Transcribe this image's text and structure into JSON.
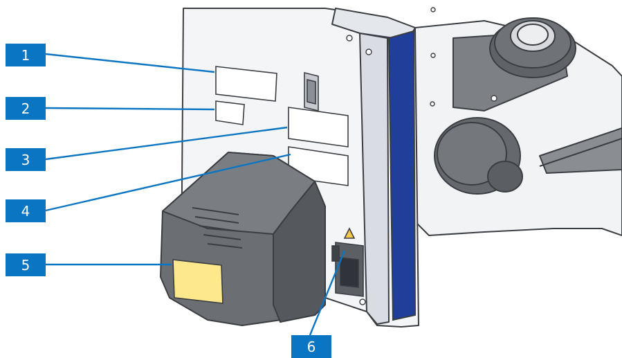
{
  "callouts": [
    {
      "id": "1"
    },
    {
      "id": "2"
    },
    {
      "id": "3"
    },
    {
      "id": "4"
    },
    {
      "id": "5"
    },
    {
      "id": "6"
    }
  ],
  "colors": {
    "callout": "#0a75c2",
    "stand_body": "#f4f5f7",
    "stand_shade": "#d9dde3",
    "outline": "#3a3d42",
    "blue_strip": "#1f3f9a",
    "lamp_housing": "#6b6f74",
    "lamp_shade": "#55595e",
    "yellow_label": "#fde98c",
    "stage_plate": "#7d8085",
    "warning": "#f5c84a"
  }
}
